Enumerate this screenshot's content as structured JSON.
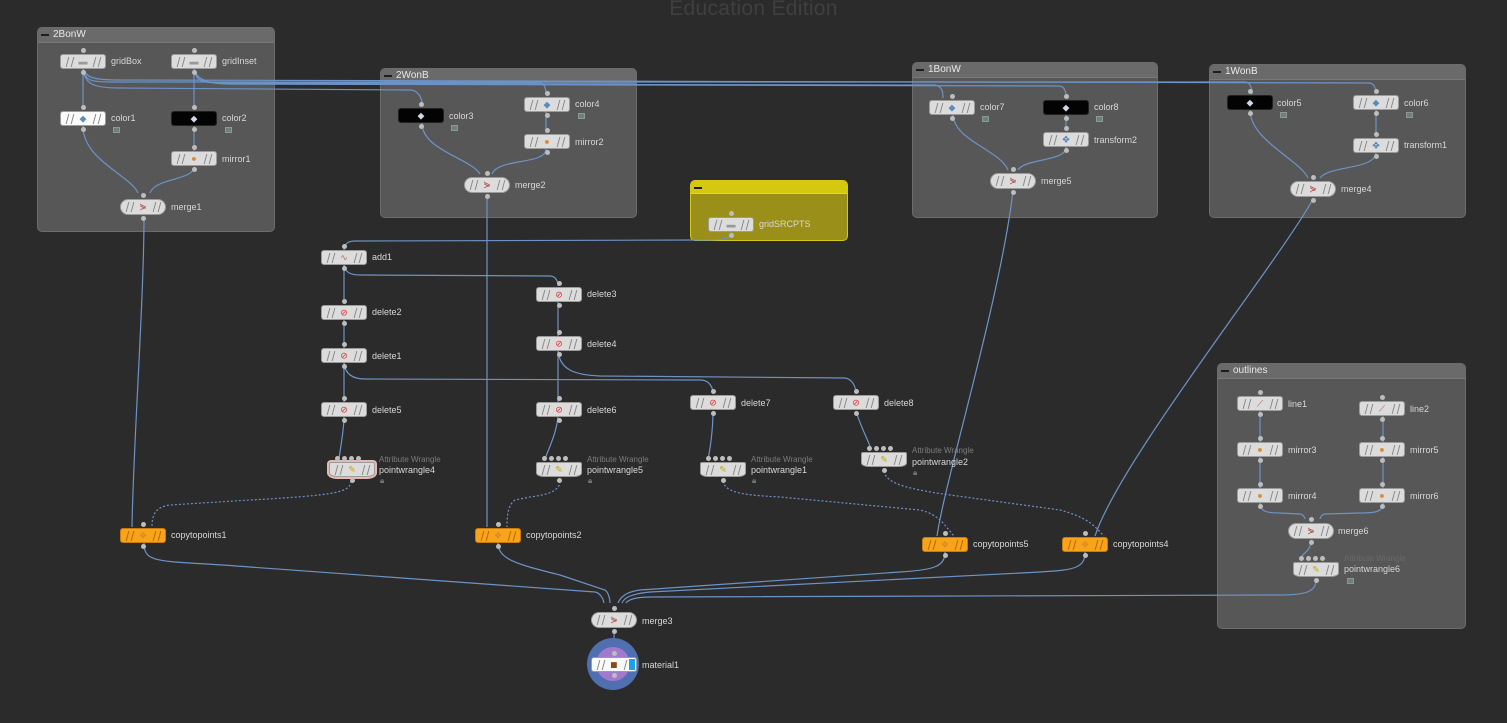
{
  "watermark": "Education Edition",
  "colors": {
    "background": "#2b2b2b",
    "netbox": "#575757",
    "netbox_header": "#6a6a6a",
    "yellow_netbox": "#9a9019",
    "yellow_netbox_header": "#d5c80e",
    "wire": "#6d93c6",
    "copytopoints_node": "#f9a31a",
    "material_outer": "#4f6fb0",
    "material_inner": "#a17ad0",
    "display_flag": "#1aa0ef"
  },
  "network_boxes": [
    {
      "id": "2BonW",
      "label": "2BonW"
    },
    {
      "id": "2WonB",
      "label": "2WonB"
    },
    {
      "id": "1BonW",
      "label": "1BonW"
    },
    {
      "id": "1WonB",
      "label": "1WonB"
    },
    {
      "id": "yellow",
      "label": ""
    },
    {
      "id": "outlines",
      "label": "outlines"
    }
  ],
  "nodes": {
    "gridBox": {
      "label": "gridBox",
      "type": "grid",
      "icon": "grid-icon"
    },
    "gridInset": {
      "label": "gridInset",
      "type": "grid",
      "icon": "grid-icon"
    },
    "color1": {
      "label": "color1",
      "type": "color",
      "icon": "paint-bucket-icon",
      "swatch": "white"
    },
    "color2": {
      "label": "color2",
      "type": "color",
      "icon": "paint-bucket-icon",
      "swatch": "black"
    },
    "mirror1": {
      "label": "mirror1",
      "type": "mirror",
      "icon": "mirror-icon"
    },
    "merge1": {
      "label": "merge1",
      "type": "merge",
      "icon": "merge-icon"
    },
    "color3": {
      "label": "color3",
      "type": "color",
      "icon": "paint-bucket-icon",
      "swatch": "black"
    },
    "color4": {
      "label": "color4",
      "type": "color",
      "icon": "paint-bucket-icon"
    },
    "mirror2": {
      "label": "mirror2",
      "type": "mirror",
      "icon": "mirror-icon"
    },
    "merge2": {
      "label": "merge2",
      "type": "merge",
      "icon": "merge-icon"
    },
    "color7": {
      "label": "color7",
      "type": "color",
      "icon": "paint-bucket-icon"
    },
    "color8": {
      "label": "color8",
      "type": "color",
      "icon": "paint-bucket-icon",
      "swatch": "black"
    },
    "transform2": {
      "label": "transform2",
      "type": "transform",
      "icon": "transform-icon"
    },
    "merge5": {
      "label": "merge5",
      "type": "merge",
      "icon": "merge-icon"
    },
    "color5": {
      "label": "color5",
      "type": "color",
      "icon": "paint-bucket-icon",
      "swatch": "black"
    },
    "color6": {
      "label": "color6",
      "type": "color",
      "icon": "paint-bucket-icon"
    },
    "transform1": {
      "label": "transform1",
      "type": "transform",
      "icon": "transform-icon"
    },
    "merge4": {
      "label": "merge4",
      "type": "merge",
      "icon": "merge-icon"
    },
    "gridSRCPTS": {
      "label": "gridSRCPTS",
      "type": "grid",
      "icon": "grid-icon"
    },
    "add1": {
      "label": "add1",
      "type": "add",
      "icon": "curve-icon"
    },
    "delete2": {
      "label": "delete2",
      "type": "delete",
      "icon": "delete-icon"
    },
    "delete1": {
      "label": "delete1",
      "type": "delete",
      "icon": "delete-icon"
    },
    "delete5": {
      "label": "delete5",
      "type": "delete",
      "icon": "delete-icon"
    },
    "delete3": {
      "label": "delete3",
      "type": "delete",
      "icon": "delete-icon"
    },
    "delete4": {
      "label": "delete4",
      "type": "delete",
      "icon": "delete-icon"
    },
    "delete6": {
      "label": "delete6",
      "type": "delete",
      "icon": "delete-icon"
    },
    "delete7": {
      "label": "delete7",
      "type": "delete",
      "icon": "delete-icon"
    },
    "delete8": {
      "label": "delete8",
      "type": "delete",
      "icon": "delete-icon"
    },
    "pointwrangle4": {
      "label": "pointwrangle4",
      "subtitle": "Attribute Wrangle",
      "type": "wrangle",
      "icon": "wrangle-icon",
      "locked": true,
      "selected": true
    },
    "pointwrangle5": {
      "label": "pointwrangle5",
      "subtitle": "Attribute Wrangle",
      "type": "wrangle",
      "icon": "wrangle-icon",
      "locked": true
    },
    "pointwrangle1": {
      "label": "pointwrangle1",
      "subtitle": "Attribute Wrangle",
      "type": "wrangle",
      "icon": "wrangle-icon",
      "locked": true
    },
    "pointwrangle2": {
      "label": "pointwrangle2",
      "subtitle": "Attribute Wrangle",
      "type": "wrangle",
      "icon": "wrangle-icon",
      "locked": true
    },
    "copytopoints1": {
      "label": "copytopoints1",
      "type": "copytopoints",
      "icon": "copy-icon"
    },
    "copytopoints2": {
      "label": "copytopoints2",
      "type": "copytopoints",
      "icon": "copy-icon"
    },
    "copytopoints5": {
      "label": "copytopoints5",
      "type": "copytopoints",
      "icon": "copy-icon"
    },
    "copytopoints4": {
      "label": "copytopoints4",
      "type": "copytopoints",
      "icon": "copy-icon"
    },
    "merge3": {
      "label": "merge3",
      "type": "merge",
      "icon": "merge-icon"
    },
    "material1": {
      "label": "material1",
      "type": "material",
      "icon": "material-icon",
      "display_flag": true
    },
    "line1": {
      "label": "line1",
      "type": "line",
      "icon": "line-icon"
    },
    "line2": {
      "label": "line2",
      "type": "line",
      "icon": "line-icon"
    },
    "mirror3": {
      "label": "mirror3",
      "type": "mirror",
      "icon": "mirror-icon"
    },
    "mirror5": {
      "label": "mirror5",
      "type": "mirror",
      "icon": "mirror-icon"
    },
    "mirror4": {
      "label": "mirror4",
      "type": "mirror",
      "icon": "mirror-icon"
    },
    "mirror6": {
      "label": "mirror6",
      "type": "mirror",
      "icon": "mirror-icon"
    },
    "merge6": {
      "label": "merge6",
      "type": "merge",
      "icon": "merge-icon"
    },
    "pointwrangle6": {
      "label": "pointwrangle6",
      "subtitle": "Attribute Wrangle",
      "type": "wrangle",
      "icon": "wrangle-icon"
    }
  }
}
